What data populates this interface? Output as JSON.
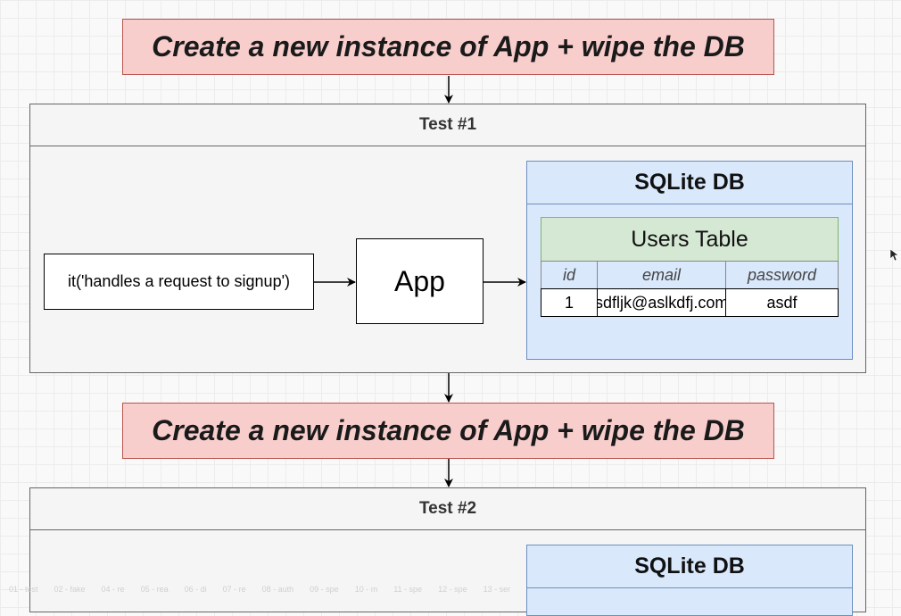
{
  "banner_top": {
    "text": "Create a new instance of App + wipe the DB"
  },
  "banner_bottom": {
    "text": "Create a new instance of App + wipe the DB"
  },
  "test1": {
    "header": "Test #1",
    "it_label": "it('handles a request to signup')",
    "app_label": "App",
    "db": {
      "title": "SQLite DB",
      "table_title": "Users Table",
      "columns": [
        "id",
        "email",
        "password"
      ],
      "rows": [
        [
          "1",
          "asdfljk@aslkdfj.com",
          "asdf"
        ]
      ]
    }
  },
  "test2": {
    "header": "Test #2",
    "db_title": "SQLite DB"
  },
  "colors": {
    "banner_fill": "#f8cecc",
    "banner_stroke": "#b85450",
    "group_fill": "#f5f5f5",
    "db_fill": "#dae8fc",
    "db_stroke": "#6c8ebf",
    "table_title_fill": "#d5e8d4",
    "table_title_stroke": "#82b366"
  },
  "taskbar": {
    "items": [
      "01 - test",
      "02 - fake",
      "04 - re",
      "05 - rea",
      "06 - di",
      "07 - re",
      "08 - auth",
      "09 - spe",
      "10 - m",
      "11 - spe",
      "12 - spe",
      "13 - ser"
    ]
  }
}
